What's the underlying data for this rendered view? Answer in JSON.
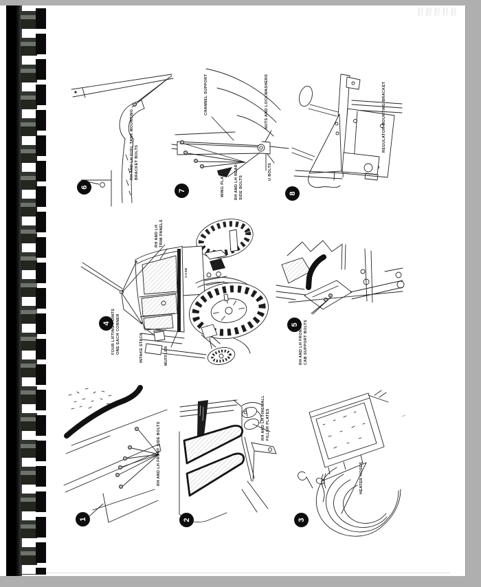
{
  "colors": {
    "background": "#afafaf",
    "paper": "#ffffff",
    "ink": "#1c1c1c",
    "binding": "#0d0d0d"
  },
  "figures": {
    "f1": {
      "number": "1",
      "labels": {
        "side_bolts": "RH AND LH FRONT SIDE BOLTS"
      }
    },
    "f2": {
      "number": "2",
      "labels": {
        "firewall_l1": "RH AND LH FIREWALL",
        "firewall_l2": "FILLER PLATES"
      }
    },
    "f3": {
      "number": "3",
      "labels": {
        "heater": "HEATER HOSES"
      }
    },
    "f4": {
      "number": "4",
      "labels": {
        "trim_l1": "RH AND LH",
        "trim_l2": "TRIM PANELS",
        "lift_l1": "FOUR LIFTING POINTS",
        "lift_l2": "ONE EACH CORNER",
        "intake": "INTAKE STACK",
        "muffler": "MUFFLER",
        "brand": "CASE"
      }
    },
    "f5": {
      "number": "5",
      "labels": {
        "support_l1": "RH AND LH FRONT",
        "support_l2": "CAB SUPPORT BOLTS"
      }
    },
    "f6": {
      "number": "6",
      "labels": {
        "bracket_l1": "RH AND LH FUEL TANK MOUNTING",
        "bracket_l2": "BRACKET BOLTS"
      }
    },
    "f7": {
      "number": "7",
      "labels": {
        "channel": "CHANNEL SUPPORT",
        "nuts": "NUTS AND LOCKWASHERS",
        "wing": "WING PLATE",
        "rear_l1": "RH AND LH REAR",
        "rear_l2": "SIDE BOLTS",
        "ubolts": "U BOLTS"
      }
    },
    "f8": {
      "number": "8",
      "labels": {
        "regulator": "REGULATOR MOUNTING BRACKET"
      }
    }
  }
}
